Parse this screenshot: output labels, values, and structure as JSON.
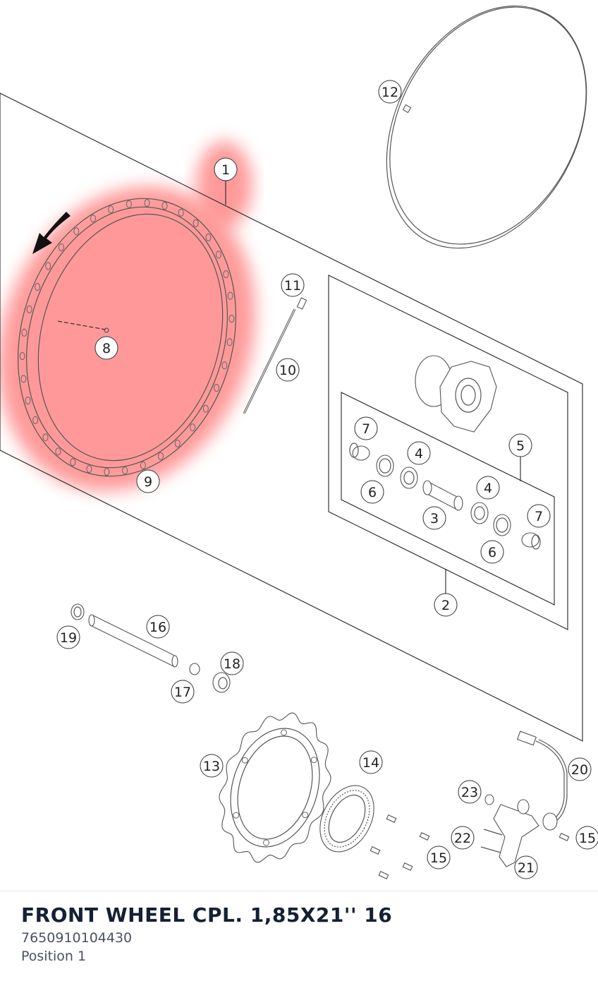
{
  "part": {
    "title": "FRONT WHEEL CPL. 1,85X21'' 16",
    "number": "7650910104430",
    "position": "Position 1"
  },
  "highlight_color": "#ff8f8f",
  "callouts": [
    {
      "id": "c1",
      "label": "1"
    },
    {
      "id": "c2",
      "label": "2"
    },
    {
      "id": "c3",
      "label": "3"
    },
    {
      "id": "c4a",
      "label": "4"
    },
    {
      "id": "c4b",
      "label": "4"
    },
    {
      "id": "c5",
      "label": "5"
    },
    {
      "id": "c6a",
      "label": "6"
    },
    {
      "id": "c6b",
      "label": "6"
    },
    {
      "id": "c7a",
      "label": "7"
    },
    {
      "id": "c7b",
      "label": "7"
    },
    {
      "id": "c8",
      "label": "8"
    },
    {
      "id": "c9",
      "label": "9"
    },
    {
      "id": "c10",
      "label": "10"
    },
    {
      "id": "c11",
      "label": "11"
    },
    {
      "id": "c12",
      "label": "12"
    },
    {
      "id": "c13",
      "label": "13"
    },
    {
      "id": "c14",
      "label": "14"
    },
    {
      "id": "c15a",
      "label": "15"
    },
    {
      "id": "c15b",
      "label": "15"
    },
    {
      "id": "c16",
      "label": "16"
    },
    {
      "id": "c17",
      "label": "17"
    },
    {
      "id": "c18",
      "label": "18"
    },
    {
      "id": "c19",
      "label": "19"
    },
    {
      "id": "c20",
      "label": "20"
    },
    {
      "id": "c21",
      "label": "21"
    },
    {
      "id": "c22",
      "label": "22"
    },
    {
      "id": "c23",
      "label": "23"
    }
  ]
}
